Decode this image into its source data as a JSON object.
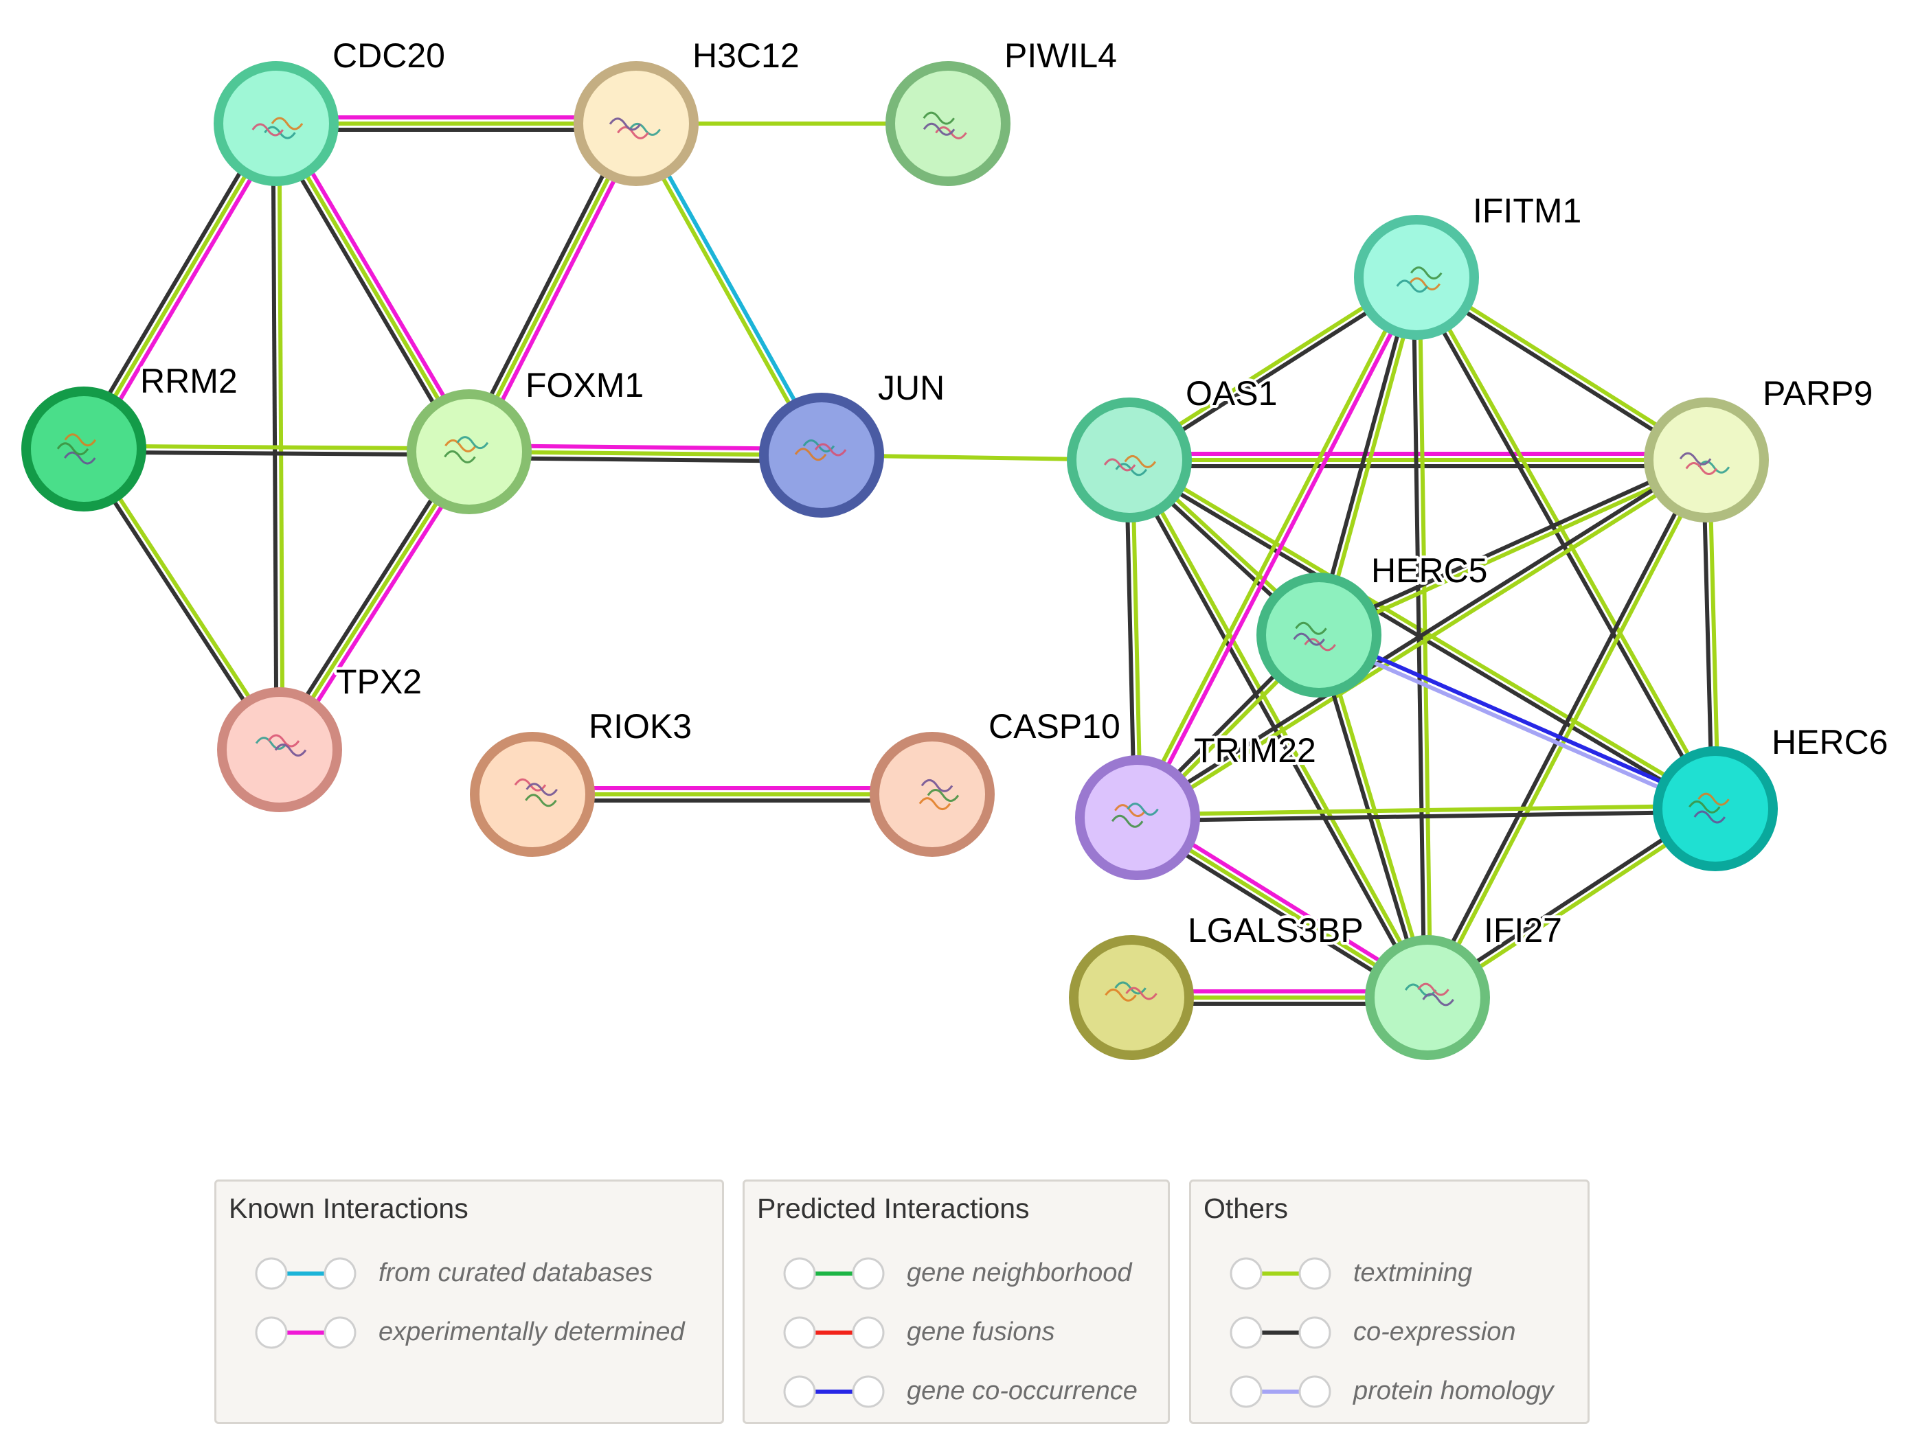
{
  "nodes": [
    {
      "id": "CDC20",
      "label": "CDC20",
      "fill": "#9ff7d6",
      "ring": "#4fc796"
    },
    {
      "id": "H3C12",
      "label": "H3C12",
      "fill": "#fdedc8",
      "ring": "#c4ae82"
    },
    {
      "id": "PIWIL4",
      "label": "PIWIL4",
      "fill": "#c8f5c2",
      "ring": "#7ab87a"
    },
    {
      "id": "RRM2",
      "label": "RRM2",
      "fill": "#4ade8a",
      "ring": "#139b48"
    },
    {
      "id": "FOXM1",
      "label": "FOXM1",
      "fill": "#d6fbbe",
      "ring": "#87bf6f"
    },
    {
      "id": "JUN",
      "label": "JUN",
      "fill": "#92a3e5",
      "ring": "#4a5ba3"
    },
    {
      "id": "TPX2",
      "label": "TPX2",
      "fill": "#fdd0c8",
      "ring": "#d08a80"
    },
    {
      "id": "RIOK3",
      "label": "RIOK3",
      "fill": "#fedcc0",
      "ring": "#cc8f6e"
    },
    {
      "id": "CASP10",
      "label": "CASP10",
      "fill": "#fcd6c2",
      "ring": "#c98a72"
    },
    {
      "id": "IFITM1",
      "label": "IFITM1",
      "fill": "#a1f8e0",
      "ring": "#52c4a2"
    },
    {
      "id": "OAS1",
      "label": "OAS1",
      "fill": "#a7f0d2",
      "ring": "#4bbc8c"
    },
    {
      "id": "PARP9",
      "label": "PARP9",
      "fill": "#eef8c6",
      "ring": "#b0bd80"
    },
    {
      "id": "HERC5",
      "label": "HERC5",
      "fill": "#8df0be",
      "ring": "#44b884"
    },
    {
      "id": "HERC6",
      "label": "HERC6",
      "fill": "#1fe0d2",
      "ring": "#0aa89c"
    },
    {
      "id": "TRIM22",
      "label": "TRIM22",
      "fill": "#dcc3fd",
      "ring": "#9a78d0"
    },
    {
      "id": "LGALS3BP",
      "label": "LGALS3BP",
      "fill": "#e0df8c",
      "ring": "#9d9a3e"
    },
    {
      "id": "IFI27",
      "label": "IFI27",
      "fill": "#b8f7c4",
      "ring": "#6cc07c"
    }
  ],
  "edges": [
    {
      "source": "CDC20",
      "target": "H3C12",
      "types": [
        "experimental",
        "textmining",
        "coexpression"
      ]
    },
    {
      "source": "H3C12",
      "target": "PIWIL4",
      "types": [
        "textmining"
      ]
    },
    {
      "source": "CDC20",
      "target": "RRM2",
      "types": [
        "experimental",
        "textmining",
        "coexpression"
      ]
    },
    {
      "source": "CDC20",
      "target": "FOXM1",
      "types": [
        "experimental",
        "textmining",
        "coexpression"
      ]
    },
    {
      "source": "CDC20",
      "target": "TPX2",
      "types": [
        "textmining",
        "coexpression"
      ]
    },
    {
      "source": "H3C12",
      "target": "FOXM1",
      "types": [
        "experimental",
        "textmining",
        "coexpression"
      ]
    },
    {
      "source": "H3C12",
      "target": "JUN",
      "types": [
        "curated",
        "textmining"
      ]
    },
    {
      "source": "RRM2",
      "target": "FOXM1",
      "types": [
        "textmining",
        "coexpression"
      ]
    },
    {
      "source": "RRM2",
      "target": "TPX2",
      "types": [
        "textmining",
        "coexpression"
      ]
    },
    {
      "source": "FOXM1",
      "target": "TPX2",
      "types": [
        "experimental",
        "textmining",
        "coexpression"
      ]
    },
    {
      "source": "FOXM1",
      "target": "JUN",
      "types": [
        "experimental",
        "textmining",
        "coexpression"
      ]
    },
    {
      "source": "JUN",
      "target": "OAS1",
      "types": [
        "textmining"
      ]
    },
    {
      "source": "RIOK3",
      "target": "CASP10",
      "types": [
        "experimental",
        "textmining",
        "coexpression"
      ]
    },
    {
      "source": "OAS1",
      "target": "IFITM1",
      "types": [
        "textmining",
        "coexpression"
      ]
    },
    {
      "source": "OAS1",
      "target": "PARP9",
      "types": [
        "experimental",
        "textmining",
        "coexpression"
      ]
    },
    {
      "source": "OAS1",
      "target": "HERC5",
      "types": [
        "textmining",
        "coexpression"
      ]
    },
    {
      "source": "OAS1",
      "target": "HERC6",
      "types": [
        "textmining",
        "coexpression"
      ]
    },
    {
      "source": "OAS1",
      "target": "TRIM22",
      "types": [
        "textmining",
        "coexpression"
      ]
    },
    {
      "source": "OAS1",
      "target": "IFI27",
      "types": [
        "textmining",
        "coexpression"
      ]
    },
    {
      "source": "IFITM1",
      "target": "PARP9",
      "types": [
        "textmining",
        "coexpression"
      ]
    },
    {
      "source": "IFITM1",
      "target": "HERC5",
      "types": [
        "textmining",
        "coexpression"
      ]
    },
    {
      "source": "IFITM1",
      "target": "HERC6",
      "types": [
        "textmining",
        "coexpression"
      ]
    },
    {
      "source": "IFITM1",
      "target": "TRIM22",
      "types": [
        "experimental",
        "textmining"
      ]
    },
    {
      "source": "IFITM1",
      "target": "IFI27",
      "types": [
        "textmining",
        "coexpression"
      ]
    },
    {
      "source": "PARP9",
      "target": "HERC5",
      "types": [
        "textmining",
        "coexpression"
      ]
    },
    {
      "source": "PARP9",
      "target": "HERC6",
      "types": [
        "textmining",
        "coexpression"
      ]
    },
    {
      "source": "PARP9",
      "target": "TRIM22",
      "types": [
        "textmining",
        "coexpression"
      ]
    },
    {
      "source": "PARP9",
      "target": "IFI27",
      "types": [
        "textmining",
        "coexpression"
      ]
    },
    {
      "source": "HERC5",
      "target": "HERC6",
      "types": [
        "cooccurrence",
        "homology"
      ]
    },
    {
      "source": "HERC5",
      "target": "TRIM22",
      "types": [
        "textmining",
        "coexpression"
      ]
    },
    {
      "source": "HERC5",
      "target": "IFI27",
      "types": [
        "textmining",
        "coexpression"
      ]
    },
    {
      "source": "TRIM22",
      "target": "HERC6",
      "types": [
        "textmining",
        "coexpression"
      ]
    },
    {
      "source": "TRIM22",
      "target": "IFI27",
      "types": [
        "experimental",
        "textmining",
        "coexpression"
      ]
    },
    {
      "source": "HERC6",
      "target": "IFI27",
      "types": [
        "textmining",
        "coexpression"
      ]
    },
    {
      "source": "LGALS3BP",
      "target": "IFI27",
      "types": [
        "experimental",
        "textmining",
        "coexpression"
      ]
    }
  ],
  "edge_colors": {
    "curated": "#1cb4d8",
    "experimental": "#f019d6",
    "neighborhood": "#1db545",
    "fusion": "#f2231a",
    "cooccurrence": "#2727e6",
    "textmining": "#a3d51a",
    "coexpression": "#333333",
    "homology": "#a5a4f5"
  },
  "legend": {
    "known": {
      "title": "Known Interactions",
      "items": [
        {
          "label": "from curated databases",
          "color": "#1cb4d8"
        },
        {
          "label": "experimentally determined",
          "color": "#f019d6"
        }
      ]
    },
    "predicted": {
      "title": "Predicted Interactions",
      "items": [
        {
          "label": "gene neighborhood",
          "color": "#1db545"
        },
        {
          "label": "gene fusions",
          "color": "#f2231a"
        },
        {
          "label": "gene co-occurrence",
          "color": "#2727e6"
        }
      ]
    },
    "others": {
      "title": "Others",
      "items": [
        {
          "label": "textmining",
          "color": "#a3d51a"
        },
        {
          "label": "co-expression",
          "color": "#333333"
        },
        {
          "label": "protein homology",
          "color": "#a5a4f5"
        }
      ]
    }
  }
}
